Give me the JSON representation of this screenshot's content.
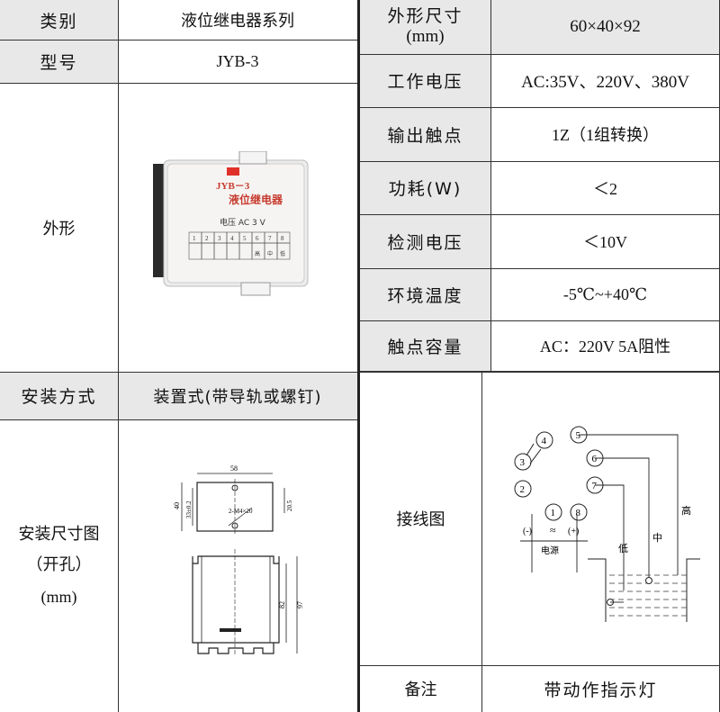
{
  "left": {
    "rows": [
      {
        "label": "类别",
        "value": "液位继电器系列"
      },
      {
        "label": "型号",
        "value": "JYB-3"
      },
      {
        "label": "外形",
        "value": ""
      },
      {
        "label": "安装方式",
        "value": "装置式(带导轨或螺钉)"
      },
      {
        "label_lines": [
          "安装尺寸图",
          "（开孔）",
          "(mm)"
        ],
        "value": ""
      }
    ],
    "product": {
      "model_text": "JYB－3",
      "name_text": "液位继电器",
      "voltage_text": "电压 AC 3 V",
      "terminal_numbers": [
        "1",
        "2",
        "3",
        "4",
        "5",
        "6",
        "7",
        "8"
      ],
      "terminal_labels": [
        "高",
        "中",
        "低"
      ]
    },
    "dim_drawing": {
      "top_width": "58",
      "height_left": "40",
      "hole_spacing": "33±0.2",
      "right_dim": "20.5",
      "screw": "2-M4×20",
      "height_82": "82",
      "height_97": "97"
    }
  },
  "right": {
    "rows": [
      {
        "label_lines": [
          "外形尺寸",
          "(mm)"
        ],
        "value": "60×40×92"
      },
      {
        "label": "工作电压",
        "value": "AC:35V、220V、380V"
      },
      {
        "label": "输出触点",
        "value": "1Z（1组转换）"
      },
      {
        "label": "功耗(W)",
        "value": "＜2"
      },
      {
        "label": "检测电压",
        "value": "＜10V"
      },
      {
        "label": "环境温度",
        "value": "-5℃~+40℃"
      },
      {
        "label": "触点容量",
        "value": "AC：220V 5A阻性"
      },
      {
        "label": "接线图",
        "value": ""
      },
      {
        "label": "备注",
        "value": "带动作指示灯"
      }
    ],
    "wiring": {
      "pins": [
        "1",
        "2",
        "3",
        "4",
        "5",
        "6",
        "7",
        "8"
      ],
      "power_minus": "(-)",
      "power_ac": "≈",
      "power_plus": "(+)",
      "power_label": "电源",
      "low": "低",
      "mid": "中",
      "high": "高"
    }
  }
}
